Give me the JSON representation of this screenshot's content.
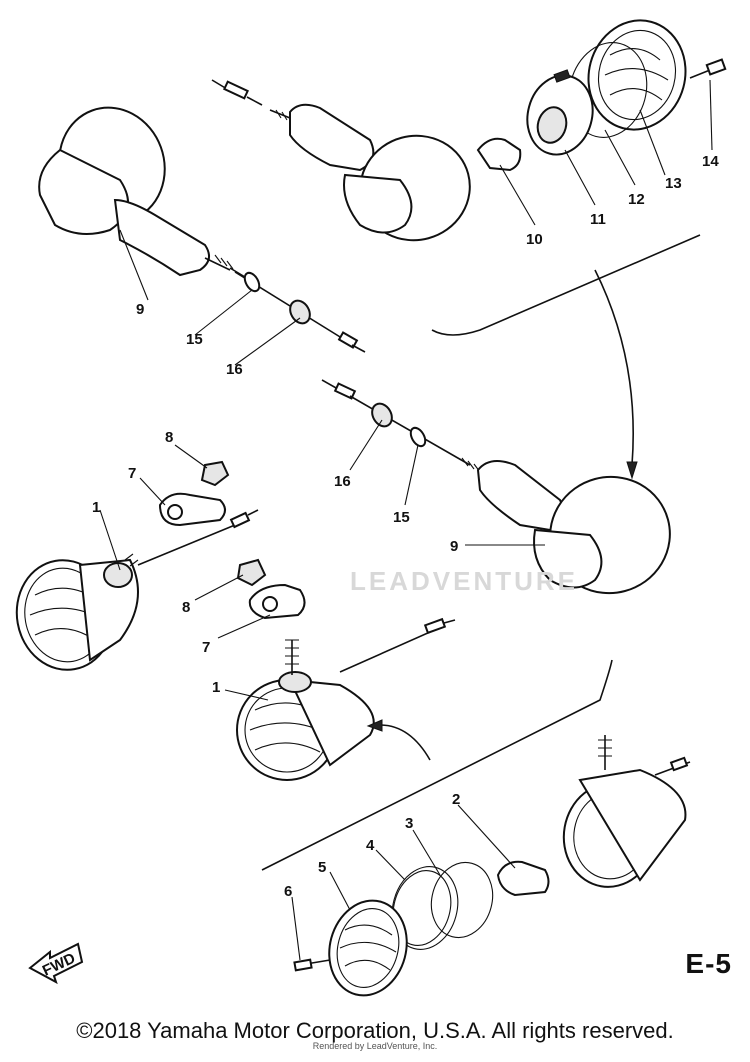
{
  "diagram": {
    "page_code": "E-5",
    "fwd_label": "FWD",
    "callouts": [
      "1",
      "1",
      "2",
      "3",
      "4",
      "5",
      "6",
      "7",
      "7",
      "8",
      "8",
      "9",
      "9",
      "10",
      "11",
      "12",
      "13",
      "14",
      "15",
      "15",
      "16",
      "16"
    ]
  },
  "footer": {
    "copyright": "©2018 Yamaha Motor Corporation, U.S.A. All rights reserved.",
    "rendered_by": "Rendered by LeadVenture, Inc."
  },
  "watermark": {
    "text": "LEADVENTURE"
  }
}
